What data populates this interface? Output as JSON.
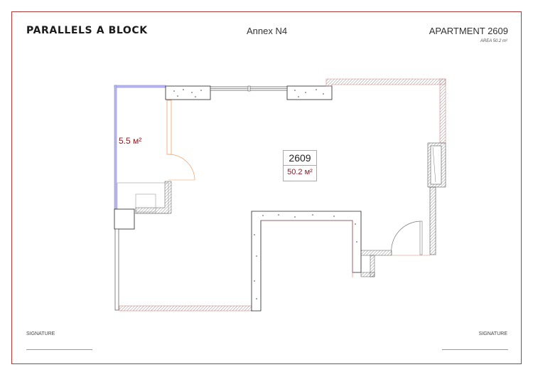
{
  "header": {
    "project_title": "PARALLELS A BLOCK",
    "annex": "Annex N4",
    "apartment": "APARTMENT 2609",
    "area": "AREA 50.2 m²"
  },
  "plan": {
    "balcony_area": "5.5 м²",
    "room_number": "2609",
    "room_area": "50.2 м²"
  },
  "footer": {
    "signature_left": "SIGNATURE",
    "signature_right": "SIGNATURE"
  },
  "colors": {
    "frame": "#b03a3a",
    "area_text": "#8a1c24",
    "balcony_wall": "#8888dd",
    "door_orange": "#f0a060"
  }
}
